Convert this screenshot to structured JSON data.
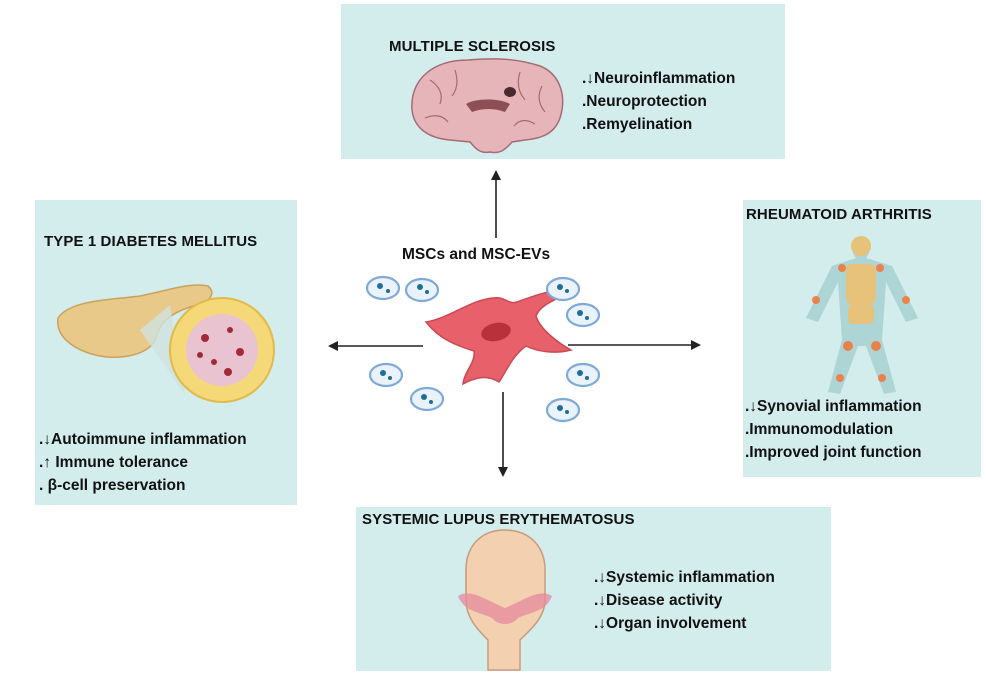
{
  "center": {
    "title": "MSCs and MSC-EVs"
  },
  "panels": {
    "ms": {
      "title": "MULTIPLE SCLEROSIS",
      "bullets": [
        ".↓Neuroinflammation",
        ".Neuroprotection",
        ".Remyelination"
      ]
    },
    "t1d": {
      "title": "TYPE 1 DIABETES MELLITUS",
      "bullets": [
        ".↓Autoimmune inflammation",
        ".↑ Immune tolerance",
        ". β-cell preservation"
      ]
    },
    "ra": {
      "title": "RHEUMATOID ARTHRITIS",
      "bullets": [
        ".↓Synovial inflammation",
        ".Immunomodulation",
        ".Improved joint function"
      ]
    },
    "sle": {
      "title": "SYSTEMIC LUPUS ERYTHEMATOSUS",
      "bullets": [
        ".↓Systemic inflammation",
        ".↓Disease activity",
        ".↓Organ involvement"
      ]
    }
  },
  "colors": {
    "panel_bg": "#d3ecec",
    "msc_cell": "#e8616a",
    "ev_ring": "#7fa9d6",
    "arrow": "#222222"
  },
  "icons": [
    "brain-illustration",
    "pancreas-illustration",
    "skeleton-illustration",
    "head-illustration",
    "msc-cell-icon",
    "extracellular-vesicle-icon"
  ]
}
